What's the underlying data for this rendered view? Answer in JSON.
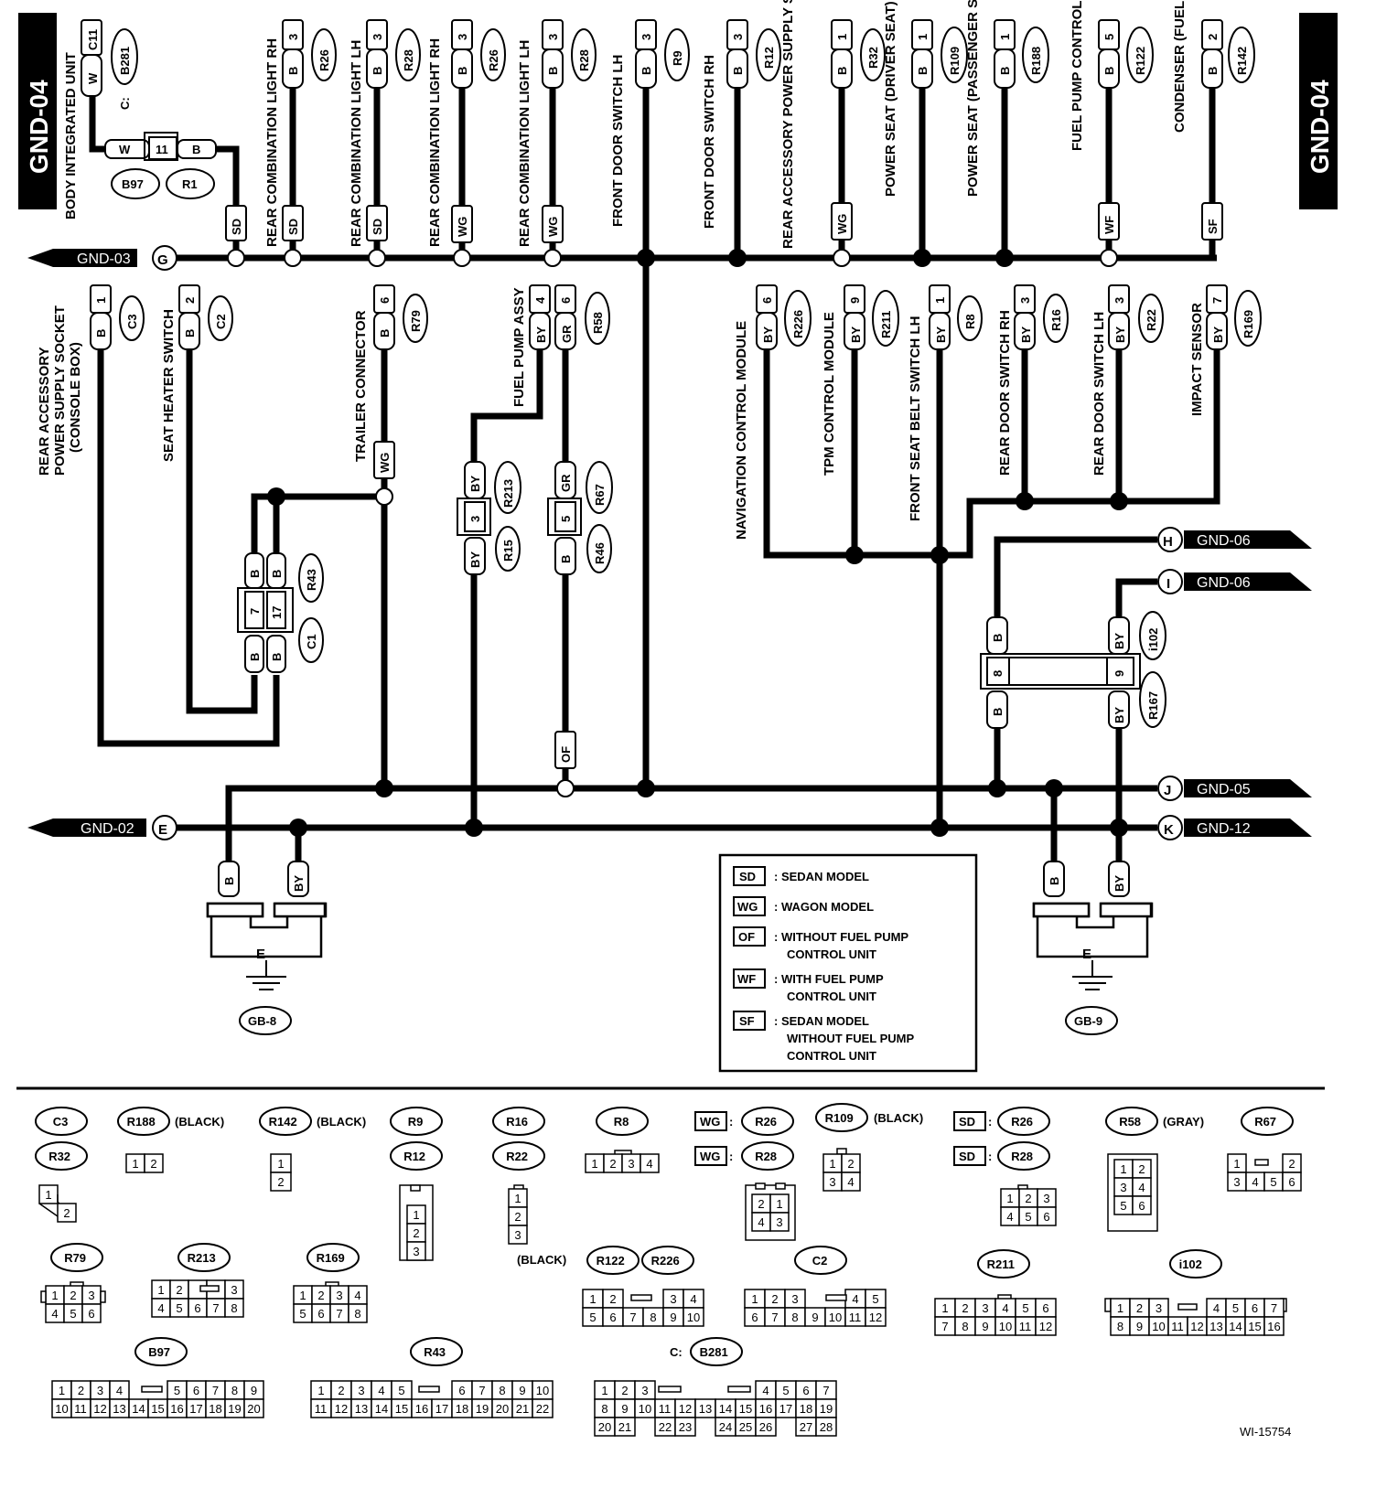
{
  "page": {
    "title": "GND-04",
    "code": "WI-15754"
  },
  "buses": {
    "g": {
      "label": "GND-03",
      "letter": "G"
    },
    "e": {
      "label": "GND-02",
      "letter": "E"
    },
    "h": {
      "label": "GND-06",
      "letter": "H"
    },
    "i": {
      "label": "GND-06",
      "letter": "I"
    },
    "j": {
      "label": "GND-05",
      "letter": "J"
    },
    "k": {
      "label": "GND-12",
      "letter": "K"
    }
  },
  "top_components": [
    {
      "name": "BODY INTEGRATED UNIT",
      "wire": "W",
      "pin": "C11",
      "conn": "B281",
      "prefix": "C:"
    },
    {
      "name": "REAR COMBINATION LIGHT RH",
      "wire": "B",
      "pin": "3",
      "conn": "R26",
      "tag": "SD"
    },
    {
      "name": "REAR COMBINATION LIGHT LH",
      "wire": "B",
      "pin": "3",
      "conn": "R28",
      "tag": "SD"
    },
    {
      "name": "REAR COMBINATION LIGHT RH",
      "wire": "B",
      "pin": "3",
      "conn": "R26",
      "tag": "WG"
    },
    {
      "name": "REAR COMBINATION LIGHT LH",
      "wire": "B",
      "pin": "3",
      "conn": "R28",
      "tag": "WG"
    },
    {
      "name": "FRONT DOOR SWITCH LH",
      "wire": "B",
      "pin": "3",
      "conn": "R9"
    },
    {
      "name": "FRONT DOOR SWITCH RH",
      "wire": "B",
      "pin": "3",
      "conn": "R12"
    },
    {
      "name": "REAR ACCESSORY POWER SUPPLY SOCKET (CARGO ROOM)",
      "wire": "B",
      "pin": "1",
      "conn": "R32",
      "tag": "WG"
    },
    {
      "name": "POWER SEAT (DRIVER SEAT)",
      "wire": "B",
      "pin": "1",
      "conn": "R109"
    },
    {
      "name": "POWER SEAT (PASSENGER SEAT)",
      "wire": "B",
      "pin": "1",
      "conn": "R188"
    },
    {
      "name": "FUEL PUMP CONTROL UNIT",
      "wire": "B",
      "pin": "5",
      "conn": "R122",
      "tag": "WF"
    },
    {
      "name": "CONDENSER (FUEL PUMP)",
      "wire": "B",
      "pin": "2",
      "conn": "R142",
      "tag": "SF"
    }
  ],
  "inline_connector": {
    "left_wire": "W",
    "pin": "11",
    "right_wire": "B",
    "conn_a": "B97",
    "conn_b": "R1"
  },
  "mid_components": [
    {
      "name": "REAR ACCESSORY POWER SUPPLY SOCKET (CONSOLE BOX)",
      "wire": "B",
      "pin": "1",
      "conn": "C3"
    },
    {
      "name": "SEAT HEATER SWITCH",
      "wire": "B",
      "pin": "2",
      "conn": "C2"
    },
    {
      "name": "TRAILER CONNECTOR",
      "wire": "B",
      "pin": "6",
      "conn": "R79",
      "tag": "WG"
    },
    {
      "name": "FUEL PUMP ASSY",
      "wire": "BY",
      "pin": "4",
      "wire2": "GR",
      "pin2": "6",
      "conn": "R58"
    },
    {
      "name": "NAVIGATION CONTROL MODULE",
      "wire": "BY",
      "pin": "6",
      "conn": "R226"
    },
    {
      "name": "TPM CONTROL MODULE",
      "wire": "BY",
      "pin": "9",
      "conn": "R211"
    },
    {
      "name": "FRONT SEAT BELT SWITCH LH",
      "wire": "BY",
      "pin": "1",
      "conn": "R8"
    },
    {
      "name": "REAR DOOR SWITCH RH",
      "wire": "BY",
      "pin": "3",
      "conn": "R16"
    },
    {
      "name": "REAR DOOR SWITCH LH",
      "wire": "BY",
      "pin": "3",
      "conn": "R22"
    },
    {
      "name": "IMPACT SENSOR",
      "wire": "BY",
      "pin": "7",
      "conn": "R169"
    }
  ],
  "joints": {
    "r43": {
      "wire": "B",
      "pin_a": "7",
      "pin_b": "17",
      "conn_a": "R43",
      "conn_b": "C1"
    },
    "r213": {
      "wire": "BY",
      "pin": "3",
      "conn_a": "R213",
      "conn_b": "R15"
    },
    "r67": {
      "wire_top": "GR",
      "wire_bot": "B",
      "pin": "5",
      "conn_a": "R67",
      "conn_b": "R46"
    },
    "r167": {
      "wire_l": "B",
      "pin_l": "8",
      "wire_r": "BY",
      "pin_r": "9",
      "conn_a": "i102",
      "conn_b": "R167"
    },
    "of_tag": "OF"
  },
  "grounds": [
    {
      "letter": "E",
      "wire_a": "B",
      "wire_b": "BY",
      "ref": "GB-8"
    },
    {
      "letter": "E",
      "wire_a": "B",
      "wire_b": "BY",
      "ref": "GB-9"
    }
  ],
  "legend": [
    {
      "tag": "SD",
      "text": ": SEDAN MODEL",
      "text2": ""
    },
    {
      "tag": "WG",
      "text": ": WAGON MODEL",
      "text2": ""
    },
    {
      "tag": "OF",
      "text": ": WITHOUT FUEL PUMP",
      "text2": "CONTROL UNIT"
    },
    {
      "tag": "WF",
      "text": ": WITH FUEL PUMP",
      "text2": "CONTROL UNIT"
    },
    {
      "tag": "SF",
      "text": ": SEDAN MODEL",
      "text2": "WITHOUT FUEL PUMP",
      "text3": "CONTROL UNIT"
    }
  ],
  "connector_labels": {
    "c3": "C3",
    "r32": "R32",
    "r188": "R188",
    "r188_note": "(BLACK)",
    "r142": "R142",
    "r142_note": "(BLACK)",
    "r9": "R9",
    "r12": "R12",
    "r16": "R16",
    "r22": "R22",
    "r8": "R8",
    "wg": "WG",
    "r26": "R26",
    "r28": "R28",
    "r109": "R109",
    "r109_note": "(BLACK)",
    "sd": "SD",
    "r58": "R58",
    "r58_note": "(GRAY)",
    "r67": "R67",
    "r79": "R79",
    "r213": "R213",
    "r169": "R169",
    "black_note": "(BLACK)",
    "r122": "R122",
    "r226": "R226",
    "c2": "C2",
    "r211": "R211",
    "i102": "i102",
    "b97": "B97",
    "r43": "R43",
    "c_prefix": "C:",
    "b281": "B281"
  }
}
